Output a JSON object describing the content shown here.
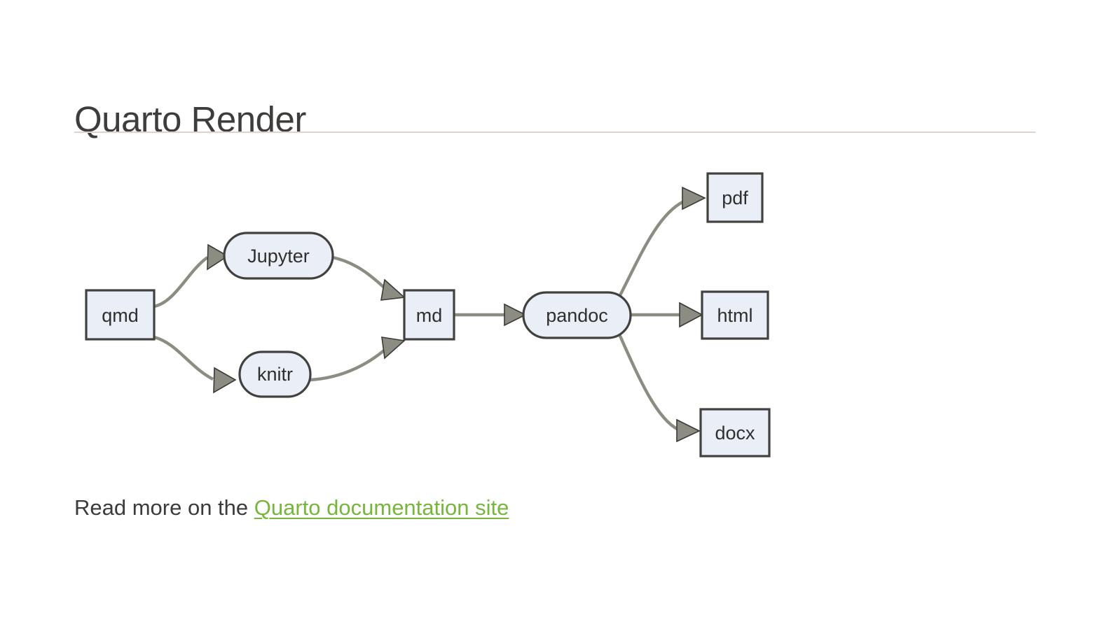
{
  "page": {
    "title": "Quarto Render",
    "background_color": "#ffffff",
    "rule_color": "#ded5ca",
    "title_color": "#3d3d3b"
  },
  "diagram": {
    "type": "flowchart",
    "direction": "left-to-right",
    "node_fill": "#eaeef6",
    "node_stroke": "#41413f",
    "edge_color": "#8c8c82",
    "nodes": [
      {
        "id": "qmd",
        "label": "qmd",
        "shape": "rectangle"
      },
      {
        "id": "jupyter",
        "label": "Jupyter",
        "shape": "stadium"
      },
      {
        "id": "knitr",
        "label": "knitr",
        "shape": "stadium"
      },
      {
        "id": "md",
        "label": "md",
        "shape": "rectangle"
      },
      {
        "id": "pandoc",
        "label": "pandoc",
        "shape": "stadium"
      },
      {
        "id": "pdf",
        "label": "pdf",
        "shape": "rectangle"
      },
      {
        "id": "html",
        "label": "html",
        "shape": "rectangle"
      },
      {
        "id": "docx",
        "label": "docx",
        "shape": "rectangle"
      }
    ],
    "edges": [
      {
        "from": "qmd",
        "to": "jupyter"
      },
      {
        "from": "qmd",
        "to": "knitr"
      },
      {
        "from": "jupyter",
        "to": "md"
      },
      {
        "from": "knitr",
        "to": "md"
      },
      {
        "from": "md",
        "to": "pandoc"
      },
      {
        "from": "pandoc",
        "to": "pdf"
      },
      {
        "from": "pandoc",
        "to": "html"
      },
      {
        "from": "pandoc",
        "to": "docx"
      }
    ]
  },
  "footer": {
    "read_more_prefix": "Read more on the ",
    "link_text": "Quarto documentation site",
    "link_color": "#77b53c"
  }
}
